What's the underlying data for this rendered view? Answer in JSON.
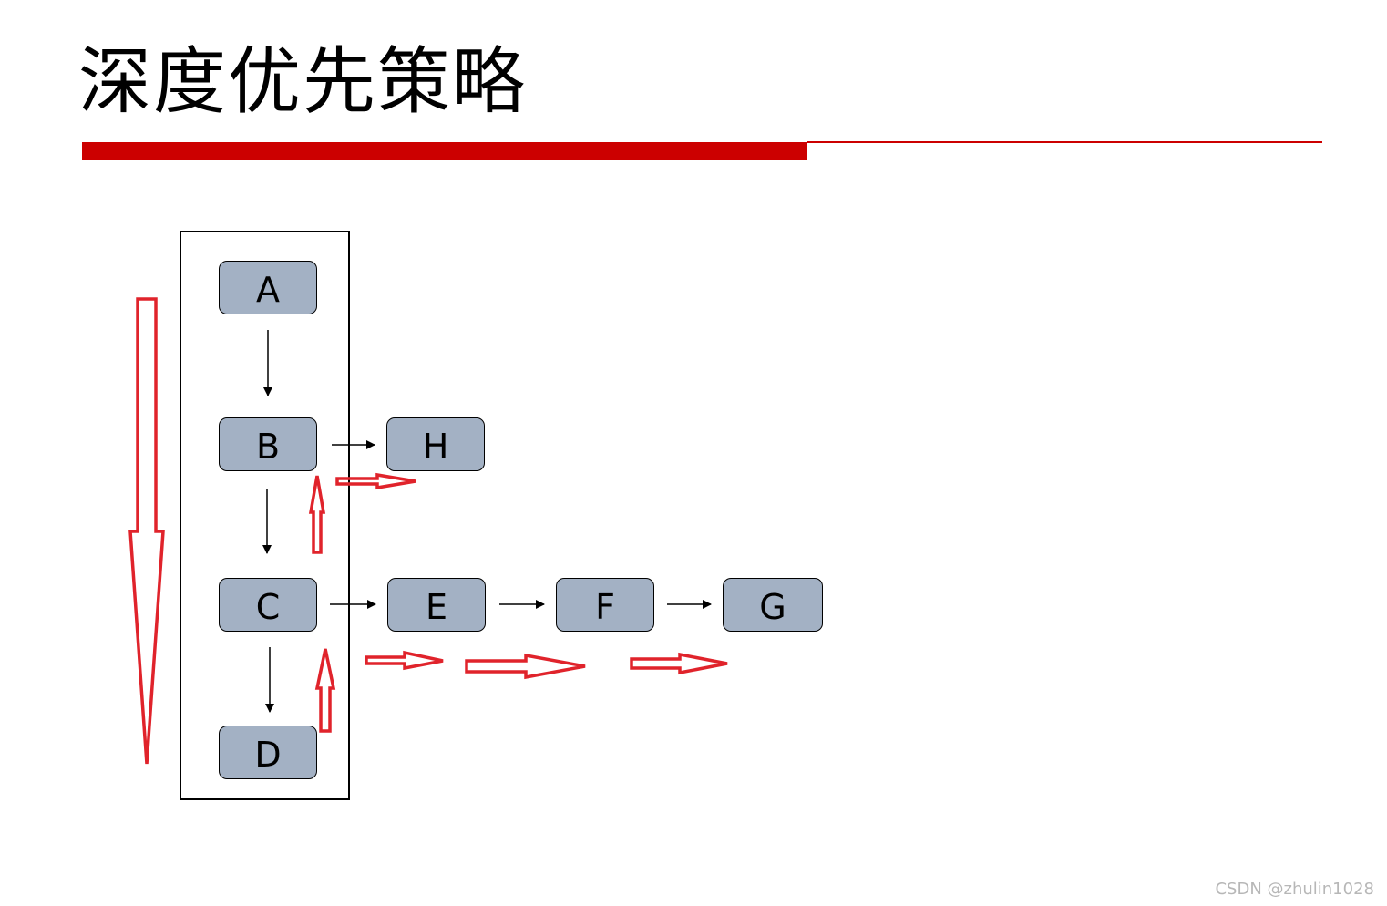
{
  "title": "深度优先策略",
  "nodes": {
    "A": "A",
    "B": "B",
    "C": "C",
    "D": "D",
    "E": "E",
    "F": "F",
    "G": "G",
    "H": "H"
  },
  "edges": [
    {
      "from": "A",
      "to": "B"
    },
    {
      "from": "B",
      "to": "C"
    },
    {
      "from": "C",
      "to": "D"
    },
    {
      "from": "B",
      "to": "H"
    },
    {
      "from": "C",
      "to": "E"
    },
    {
      "from": "E",
      "to": "F"
    },
    {
      "from": "F",
      "to": "G"
    }
  ],
  "colors": {
    "accent": "#cc0000",
    "annotation_arrow": "#e0232b",
    "node_fill": "#a3b1c4",
    "edge": "#000000"
  },
  "watermark": "CSDN @zhulin1028"
}
